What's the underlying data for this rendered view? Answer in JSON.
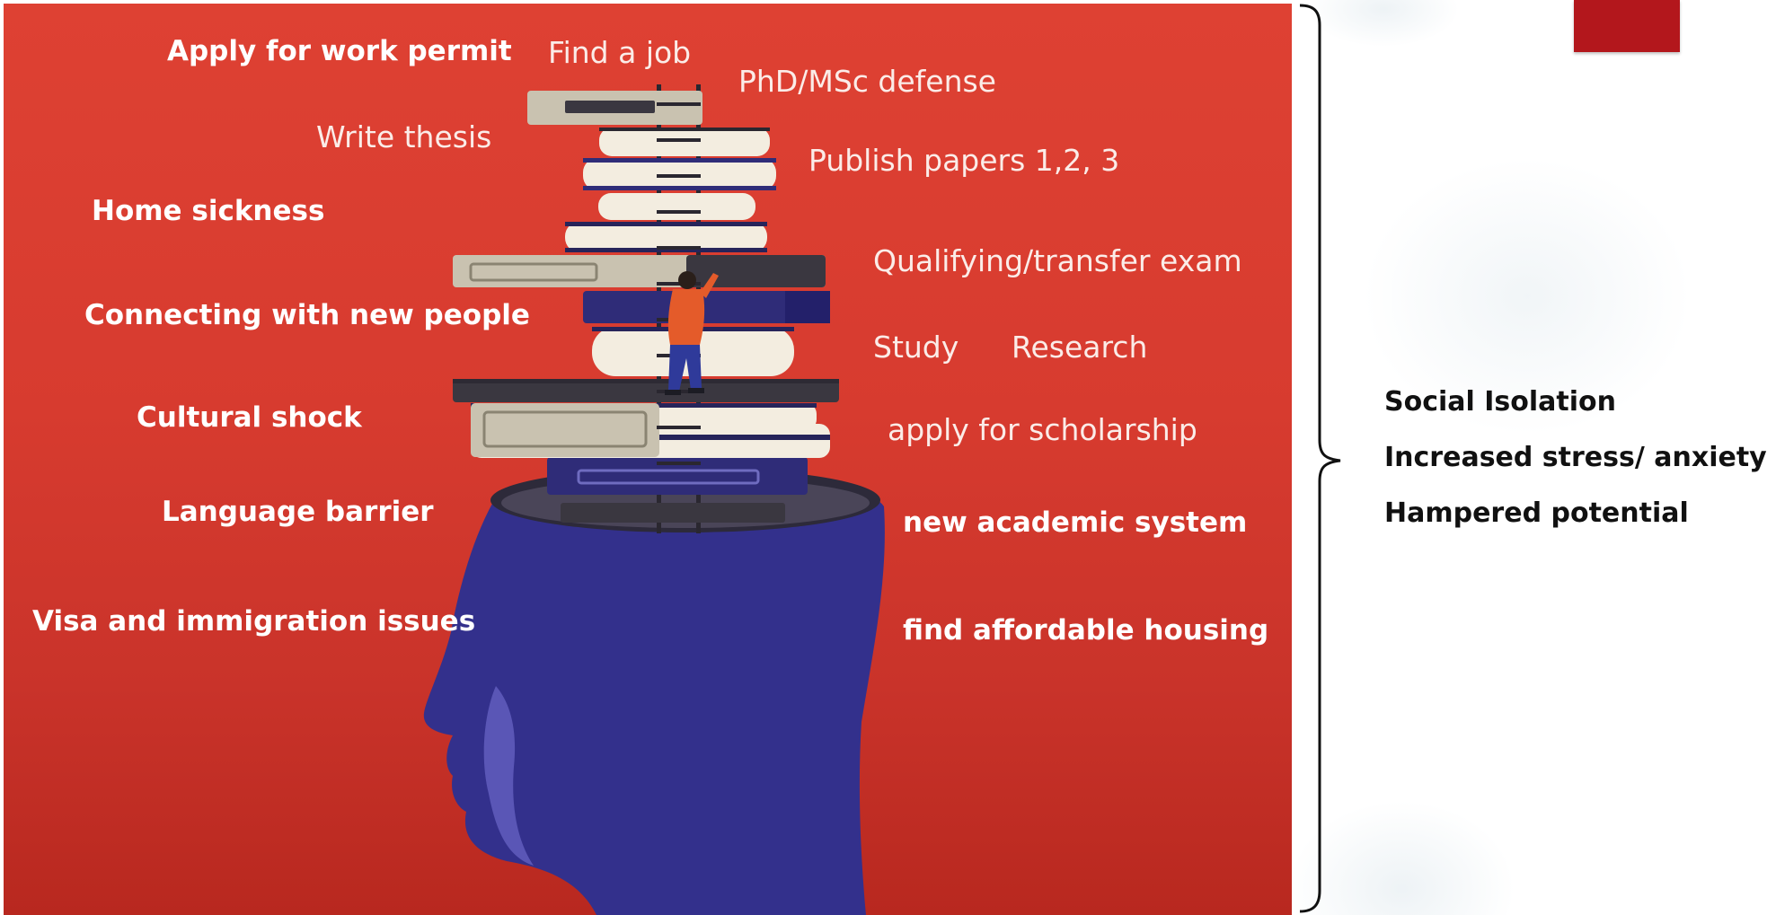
{
  "slide": {
    "colors": {
      "poster_red": "#d73b2f",
      "head_blue": "#33308c",
      "accent_red": "#b3171c",
      "text_dark": "#111111"
    }
  },
  "illustration": {
    "left_labels": [
      "Apply for work permit",
      "Write thesis",
      "Home sickness",
      "Connecting with new people",
      "Cultural shock",
      "Language barrier",
      "Visa and immigration issues"
    ],
    "right_labels": [
      "Find a job",
      "PhD/MSc defense",
      "Publish papers 1,2, 3",
      "Qualifying/transfer  exam",
      "Study",
      "Research",
      "apply for scholarship",
      "new academic system",
      "find affordable housing"
    ]
  },
  "outcomes": {
    "items": [
      "Social Isolation",
      "Increased stress/ anxiety",
      "Hampered potential"
    ]
  }
}
